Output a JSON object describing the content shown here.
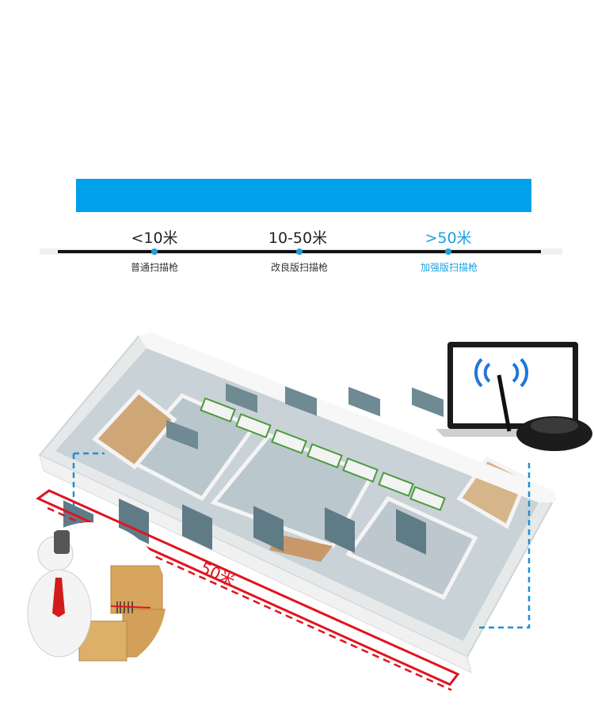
{
  "ranges": [
    {
      "distance": "<10米",
      "product": "普通扫描枪",
      "highlight": false
    },
    {
      "distance": "10-50米",
      "product": "改良版扫描枪",
      "highlight": false
    },
    {
      "distance": ">50米",
      "product": "加强版扫描枪",
      "highlight": true
    }
  ],
  "scene": {
    "distance_label": "50米"
  },
  "colors": {
    "accent": "#00a0ea",
    "highlight_text": "#1ba0e2",
    "distance_line": "#e0141e",
    "signal_dash": "#1e90d8"
  },
  "icons": [
    "wifi-signal-icon",
    "barcode-icon"
  ]
}
